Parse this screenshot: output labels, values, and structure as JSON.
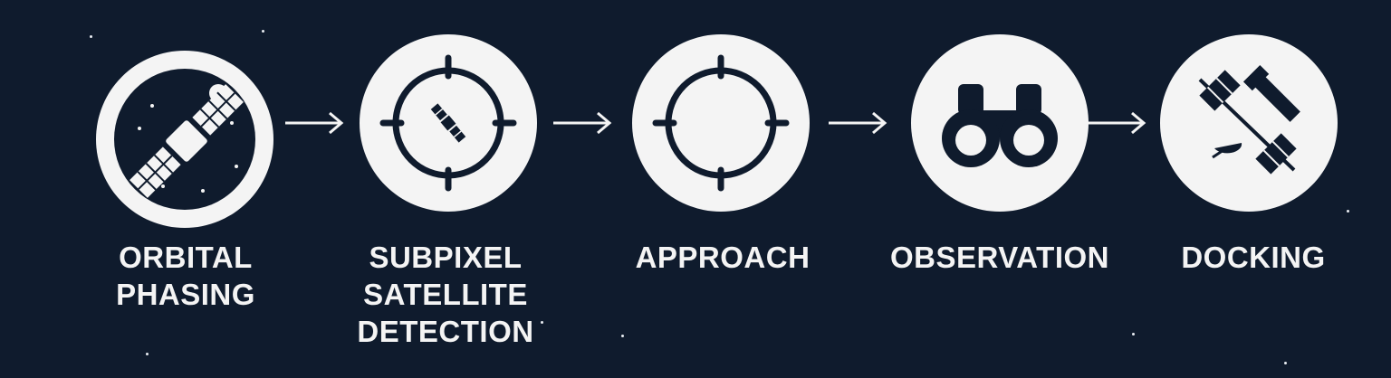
{
  "steps": [
    {
      "lines": [
        "ORBITAL",
        "PHASING"
      ],
      "icon": "satellite-icon"
    },
    {
      "lines": [
        "SUBPIXEL",
        "SATELLITE",
        "DETECTION"
      ],
      "icon": "crosshair-satellite-icon"
    },
    {
      "lines": [
        "APPROACH"
      ],
      "icon": "crosshair-icon"
    },
    {
      "lines": [
        "OBSERVATION"
      ],
      "icon": "binoculars-icon"
    },
    {
      "lines": [
        "DOCKING"
      ],
      "icon": "docking-satellite-icon"
    }
  ],
  "colors": {
    "background": "#0f1b2d",
    "circle": "#f4f4f4",
    "text": "#f4f4f4"
  }
}
